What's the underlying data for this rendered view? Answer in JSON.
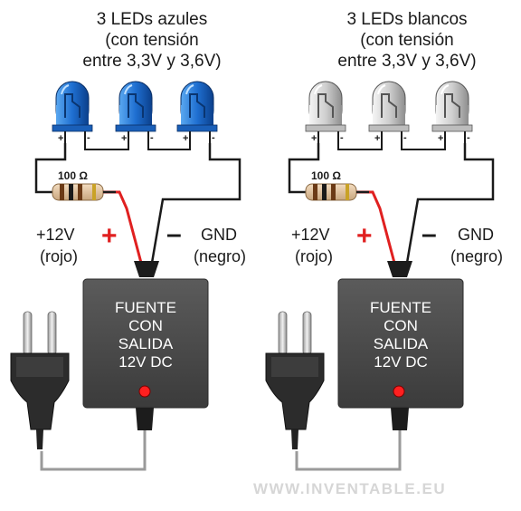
{
  "panels": [
    {
      "title_line1": "3 LEDs azules",
      "title_line2": "(con tensión",
      "title_line3": "entre 3,3V y 3,6V)",
      "resistor_label": "100 Ω",
      "positive_label": "+12V",
      "positive_color": "(rojo)",
      "negative_label": "GND",
      "negative_color": "(negro)",
      "plus_sign": "+",
      "minus_sign": "–",
      "psu_line1": "FUENTE",
      "psu_line2": "CON",
      "psu_line3": "SALIDA",
      "psu_line4": "12V DC",
      "led_color": "#1f6fd1",
      "led_pin_plus": "+",
      "led_pin_minus": "-"
    },
    {
      "title_line1": "3 LEDs blancos",
      "title_line2": "(con tensión",
      "title_line3": "entre 3,3V y 3,6V)",
      "resistor_label": "100 Ω",
      "positive_label": "+12V",
      "positive_color": "(rojo)",
      "negative_label": "GND",
      "negative_color": "(negro)",
      "plus_sign": "+",
      "minus_sign": "–",
      "psu_line1": "FUENTE",
      "psu_line2": "CON",
      "psu_line3": "SALIDA",
      "psu_line4": "12V DC",
      "led_color": "#cfcfcf",
      "led_pin_plus": "+",
      "led_pin_minus": "-"
    }
  ],
  "colors": {
    "wire": "#1a1a1a",
    "red_wire": "#e02020",
    "sign_red": "#e02020",
    "psu_body": "#4a4a4a",
    "indicator": "#ff2020"
  },
  "watermark": "WWW.INVENTABLE.EU"
}
